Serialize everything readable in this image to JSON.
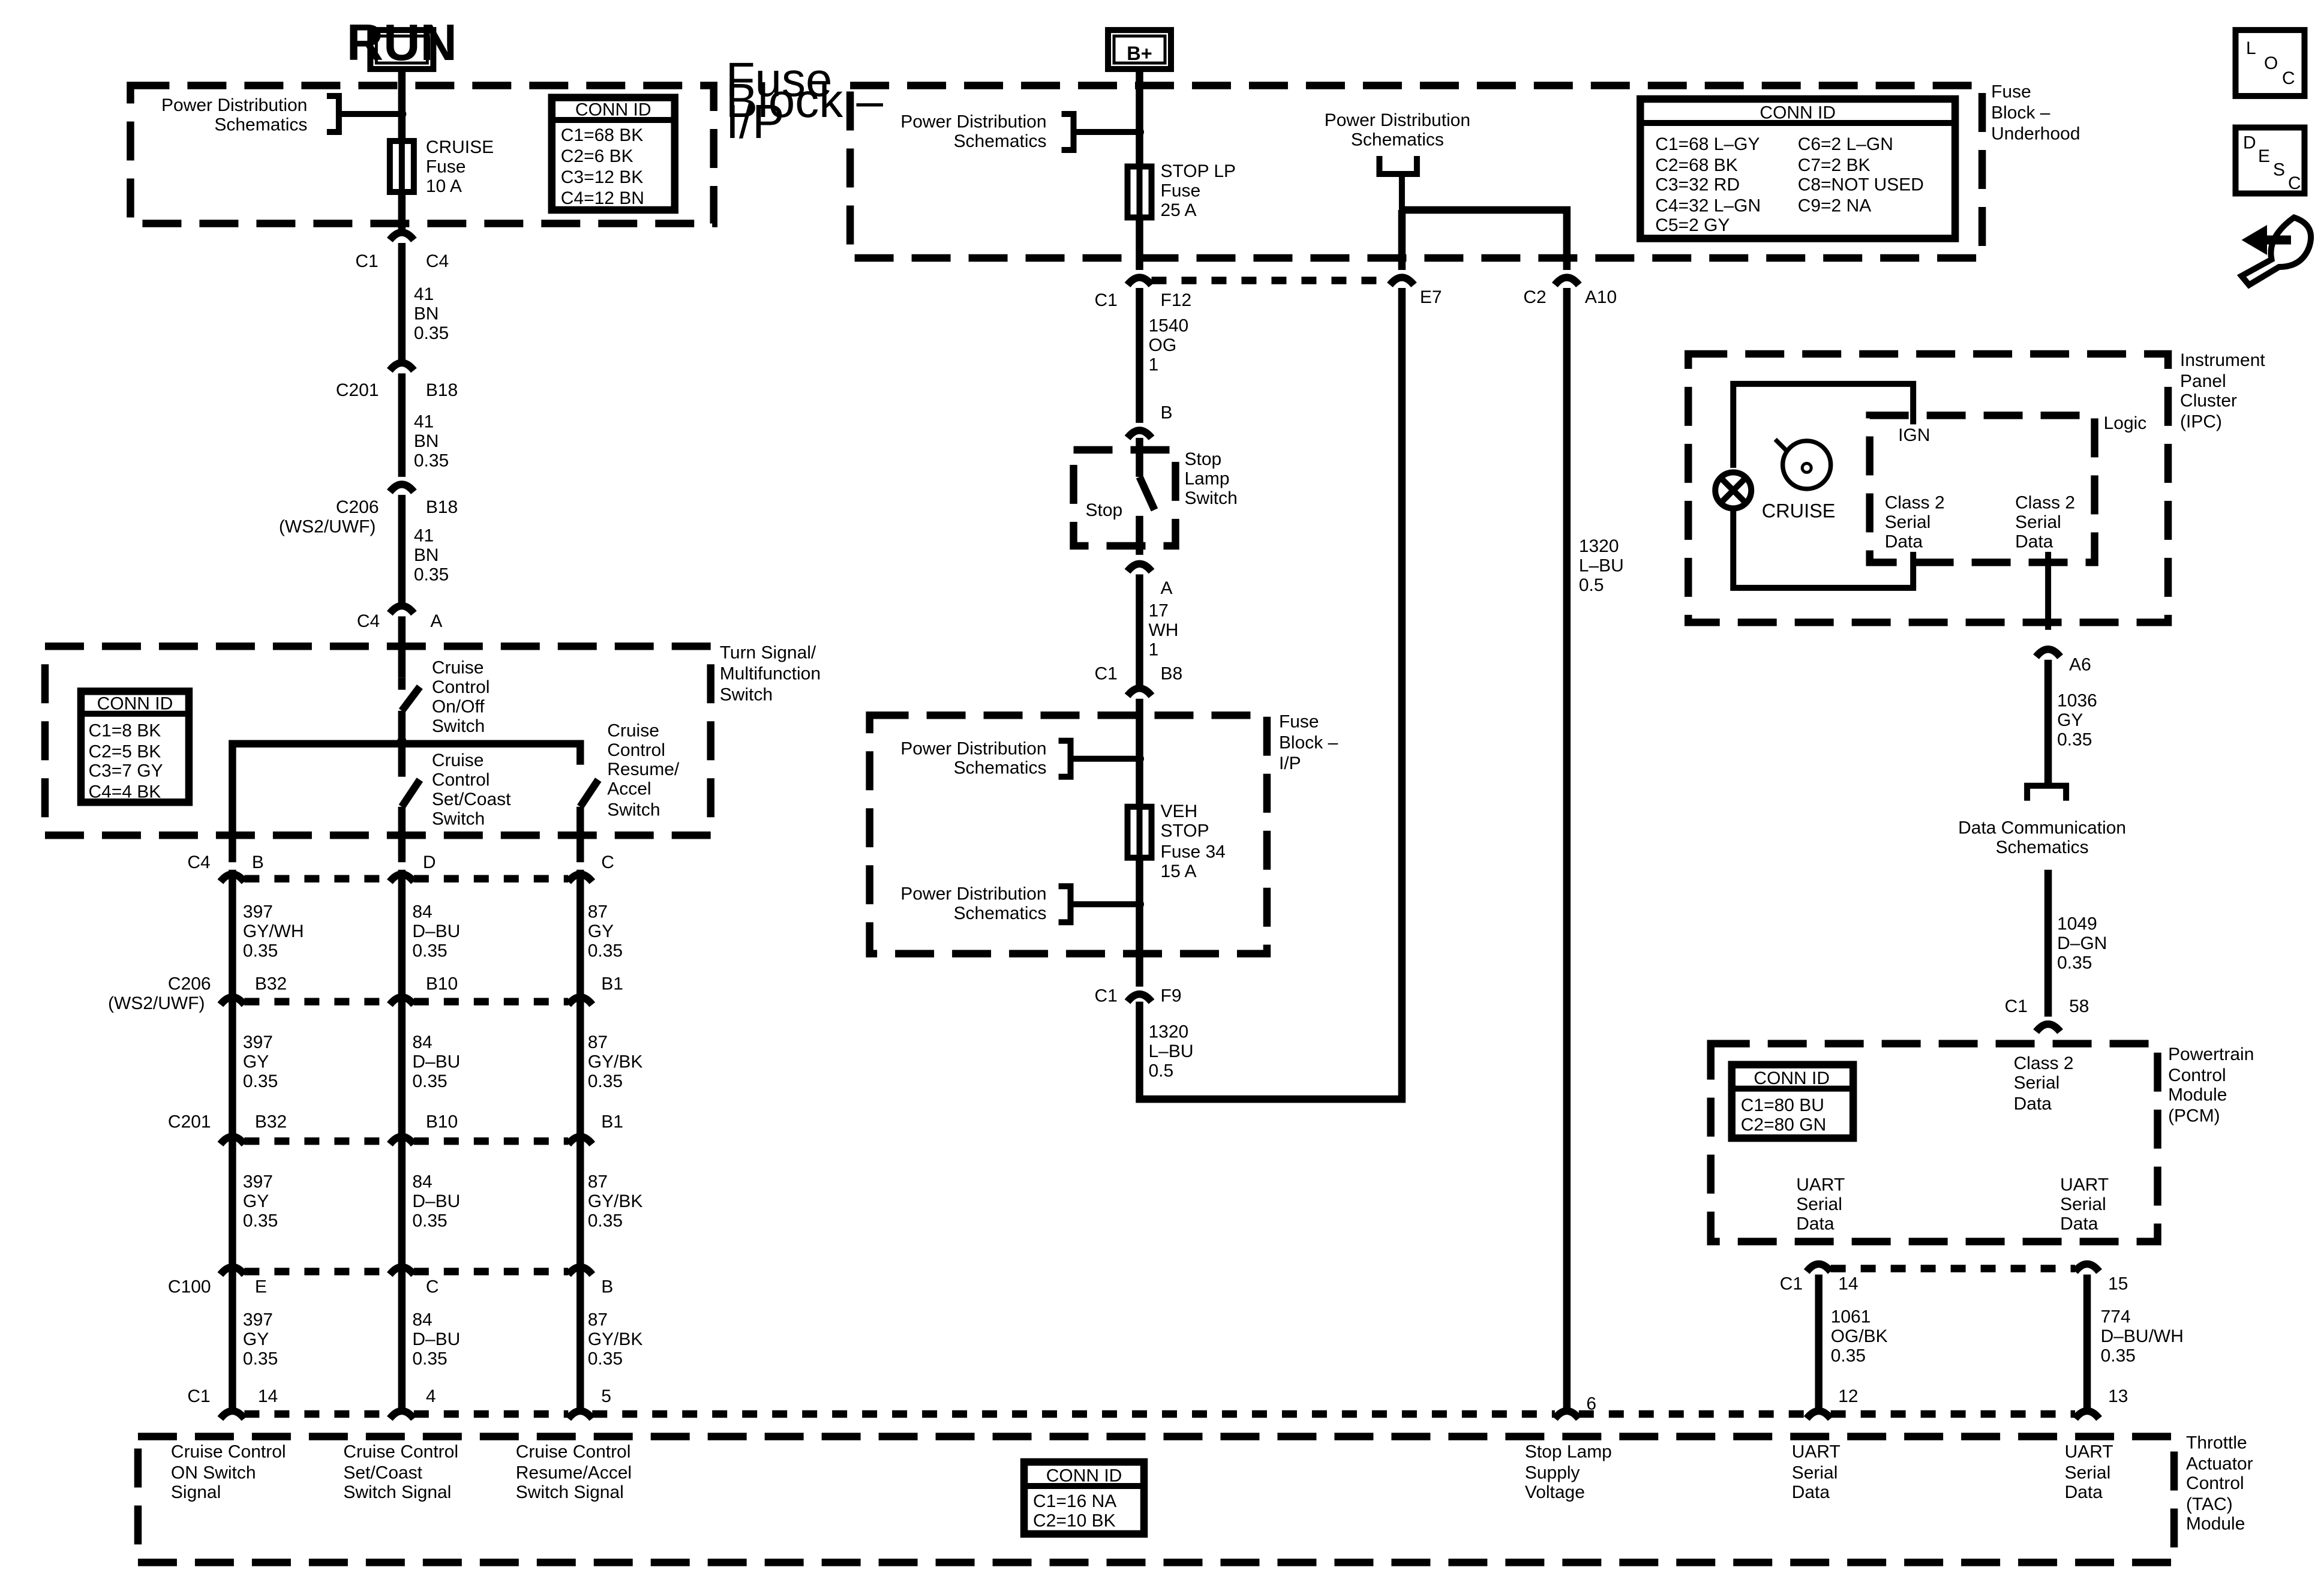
{
  "sources": {
    "run": "RUN",
    "bplus": "B+"
  },
  "side_icons": {
    "loc": [
      "L",
      "O",
      "C"
    ],
    "desc": [
      "D",
      "E",
      "S",
      "C"
    ]
  },
  "fuse_ip_top": {
    "title": [
      "Fuse",
      "Block –",
      "I/P"
    ],
    "pds": [
      "Power Distribution",
      "Schematics"
    ],
    "fuse": [
      "CRUISE",
      "Fuse",
      "10 A"
    ],
    "conn_title": "CONN ID",
    "conn": [
      "C1=68 BK",
      "C2=6 BK",
      "C3=12 BK",
      "C4=12 BN"
    ]
  },
  "left_chain": {
    "c1": "C1",
    "c4": "C4",
    "w1": [
      "41",
      "BN",
      "0.35"
    ],
    "c201": "C201",
    "b18a": "B18",
    "w2": [
      "41",
      "BN",
      "0.35"
    ],
    "c206": [
      "C206",
      "(WS2/UWF)"
    ],
    "b18b": "B18",
    "w3": [
      "41",
      "BN",
      "0.35"
    ],
    "c4b": "C4",
    "a": "A"
  },
  "turn_signal": {
    "title": [
      "Turn Signal/",
      "Multifunction",
      "Switch"
    ],
    "conn_title": "CONN ID",
    "conn": [
      "C1=8 BK",
      "C2=5 BK",
      "C3=7 GY",
      "C4=4 BK"
    ],
    "sw1": [
      "Cruise",
      "Control",
      "On/Off",
      "Switch"
    ],
    "sw2": [
      "Cruise",
      "Control",
      "Set/Coast",
      "Switch"
    ],
    "sw3": [
      "Cruise",
      "Control",
      "Resume/",
      "Accel",
      "Switch"
    ]
  },
  "lower_left": {
    "c4": "C4",
    "pins1": [
      "B",
      "D",
      "C"
    ],
    "wires1": [
      [
        "397",
        "GY/WH",
        "0.35"
      ],
      [
        "84",
        "D–BU",
        "0.35"
      ],
      [
        "87",
        "GY",
        "0.35"
      ]
    ],
    "c206": [
      "C206",
      "(WS2/UWF)"
    ],
    "pins2": [
      "B32",
      "B10",
      "B1"
    ],
    "wires2": [
      [
        "397",
        "GY",
        "0.35"
      ],
      [
        "84",
        "D–BU",
        "0.35"
      ],
      [
        "87",
        "GY/BK",
        "0.35"
      ]
    ],
    "c201": "C201",
    "pins3": [
      "B32",
      "B10",
      "B1"
    ],
    "wires3": [
      [
        "397",
        "GY",
        "0.35"
      ],
      [
        "84",
        "D–BU",
        "0.35"
      ],
      [
        "87",
        "GY/BK",
        "0.35"
      ]
    ],
    "c100": "C100",
    "pins4": [
      "E",
      "C",
      "B"
    ],
    "wires4": [
      [
        "397",
        "GY",
        "0.35"
      ],
      [
        "84",
        "D–BU",
        "0.35"
      ],
      [
        "87",
        "GY/BK",
        "0.35"
      ]
    ],
    "c1": "C1",
    "pins5": [
      "14",
      "4",
      "5"
    ]
  },
  "fuse_underhood": {
    "title": [
      "Fuse",
      "Block –",
      "Underhood"
    ],
    "pds1": [
      "Power Distribution",
      "Schematics"
    ],
    "pds2": [
      "Power Distribution",
      "Schematics"
    ],
    "fuse": [
      "STOP LP",
      "Fuse",
      "25 A"
    ],
    "conn_title": "CONN ID",
    "conn_left": [
      "C1=68 L–GY",
      "C2=68 BK",
      "C3=32 RD",
      "C4=32 L–GN",
      "C5=2 GY"
    ],
    "conn_right": [
      "C6=2 L–GN",
      "C7=2 BK",
      "C8=NOT USED",
      "C9=2 NA"
    ]
  },
  "mid_chain": {
    "c1": "C1",
    "f12": "F12",
    "e7": "E7",
    "c2": "C2",
    "a10": "A10",
    "w1": [
      "1540",
      "OG",
      "1"
    ],
    "b": "B",
    "switch": [
      "Stop",
      "Lamp",
      "Switch"
    ],
    "stop": "Stop",
    "a": "A",
    "w2": [
      "17",
      "WH",
      "1"
    ],
    "c1b": "C1",
    "b8": "B8",
    "w_long": [
      "1320",
      "L–BU",
      "0.5"
    ]
  },
  "fuse_ip_mid": {
    "title": [
      "Fuse",
      "Block –",
      "I/P"
    ],
    "pds1": [
      "Power Distribution",
      "Schematics"
    ],
    "pds2": [
      "Power Distribution",
      "Schematics"
    ],
    "fuse": [
      "VEH",
      "STOP",
      "Fuse 34",
      "15 A"
    ],
    "c1": "C1",
    "f9": "F9",
    "w": [
      "1320",
      "L–BU",
      "0.5"
    ]
  },
  "ipc": {
    "title": [
      "Instrument",
      "Panel",
      "Cluster",
      "(IPC)"
    ],
    "logic": "Logic",
    "ign": "IGN",
    "cruise": "CRUISE",
    "serial1": [
      "Class 2",
      "Serial",
      "Data"
    ],
    "serial2": [
      "Class 2",
      "Serial",
      "Data"
    ],
    "a6": "A6",
    "w1": [
      "1036",
      "GY",
      "0.35"
    ],
    "dcs": [
      "Data Communication",
      "Schematics"
    ],
    "w2": [
      "1049",
      "D–GN",
      "0.35"
    ],
    "c1": "C1",
    "p58": "58"
  },
  "pcm": {
    "title": [
      "Powertrain",
      "Control",
      "Module",
      "(PCM)"
    ],
    "conn_title": "CONN ID",
    "conn": [
      "C1=80 BU",
      "C2=80 GN"
    ],
    "class2": [
      "Class 2",
      "Serial",
      "Data"
    ],
    "uart1": [
      "UART",
      "Serial",
      "Data"
    ],
    "uart2": [
      "UART",
      "Serial",
      "Data"
    ],
    "c1": "C1",
    "p14": "14",
    "p15": "15",
    "w1": [
      "1061",
      "OG/BK",
      "0.35"
    ],
    "w2": [
      "774",
      "D–BU/WH",
      "0.35"
    ]
  },
  "tac": {
    "title": [
      "Throttle",
      "Actuator",
      "Control",
      "(TAC)",
      "Module"
    ],
    "conn_title": "CONN ID",
    "conn": [
      "C1=16 NA",
      "C2=10 BK"
    ],
    "p6": "6",
    "p12": "12",
    "p13": "13",
    "sig1": [
      "Cruise Control",
      "ON Switch",
      "Signal"
    ],
    "sig2": [
      "Cruise Control",
      "Set/Coast",
      "Switch Signal"
    ],
    "sig3": [
      "Cruise Control",
      "Resume/Accel",
      "Switch Signal"
    ],
    "sig4": [
      "Stop Lamp",
      "Supply",
      "Voltage"
    ],
    "sig5": [
      "UART",
      "Serial",
      "Data"
    ],
    "sig6": [
      "UART",
      "Serial",
      "Data"
    ]
  }
}
